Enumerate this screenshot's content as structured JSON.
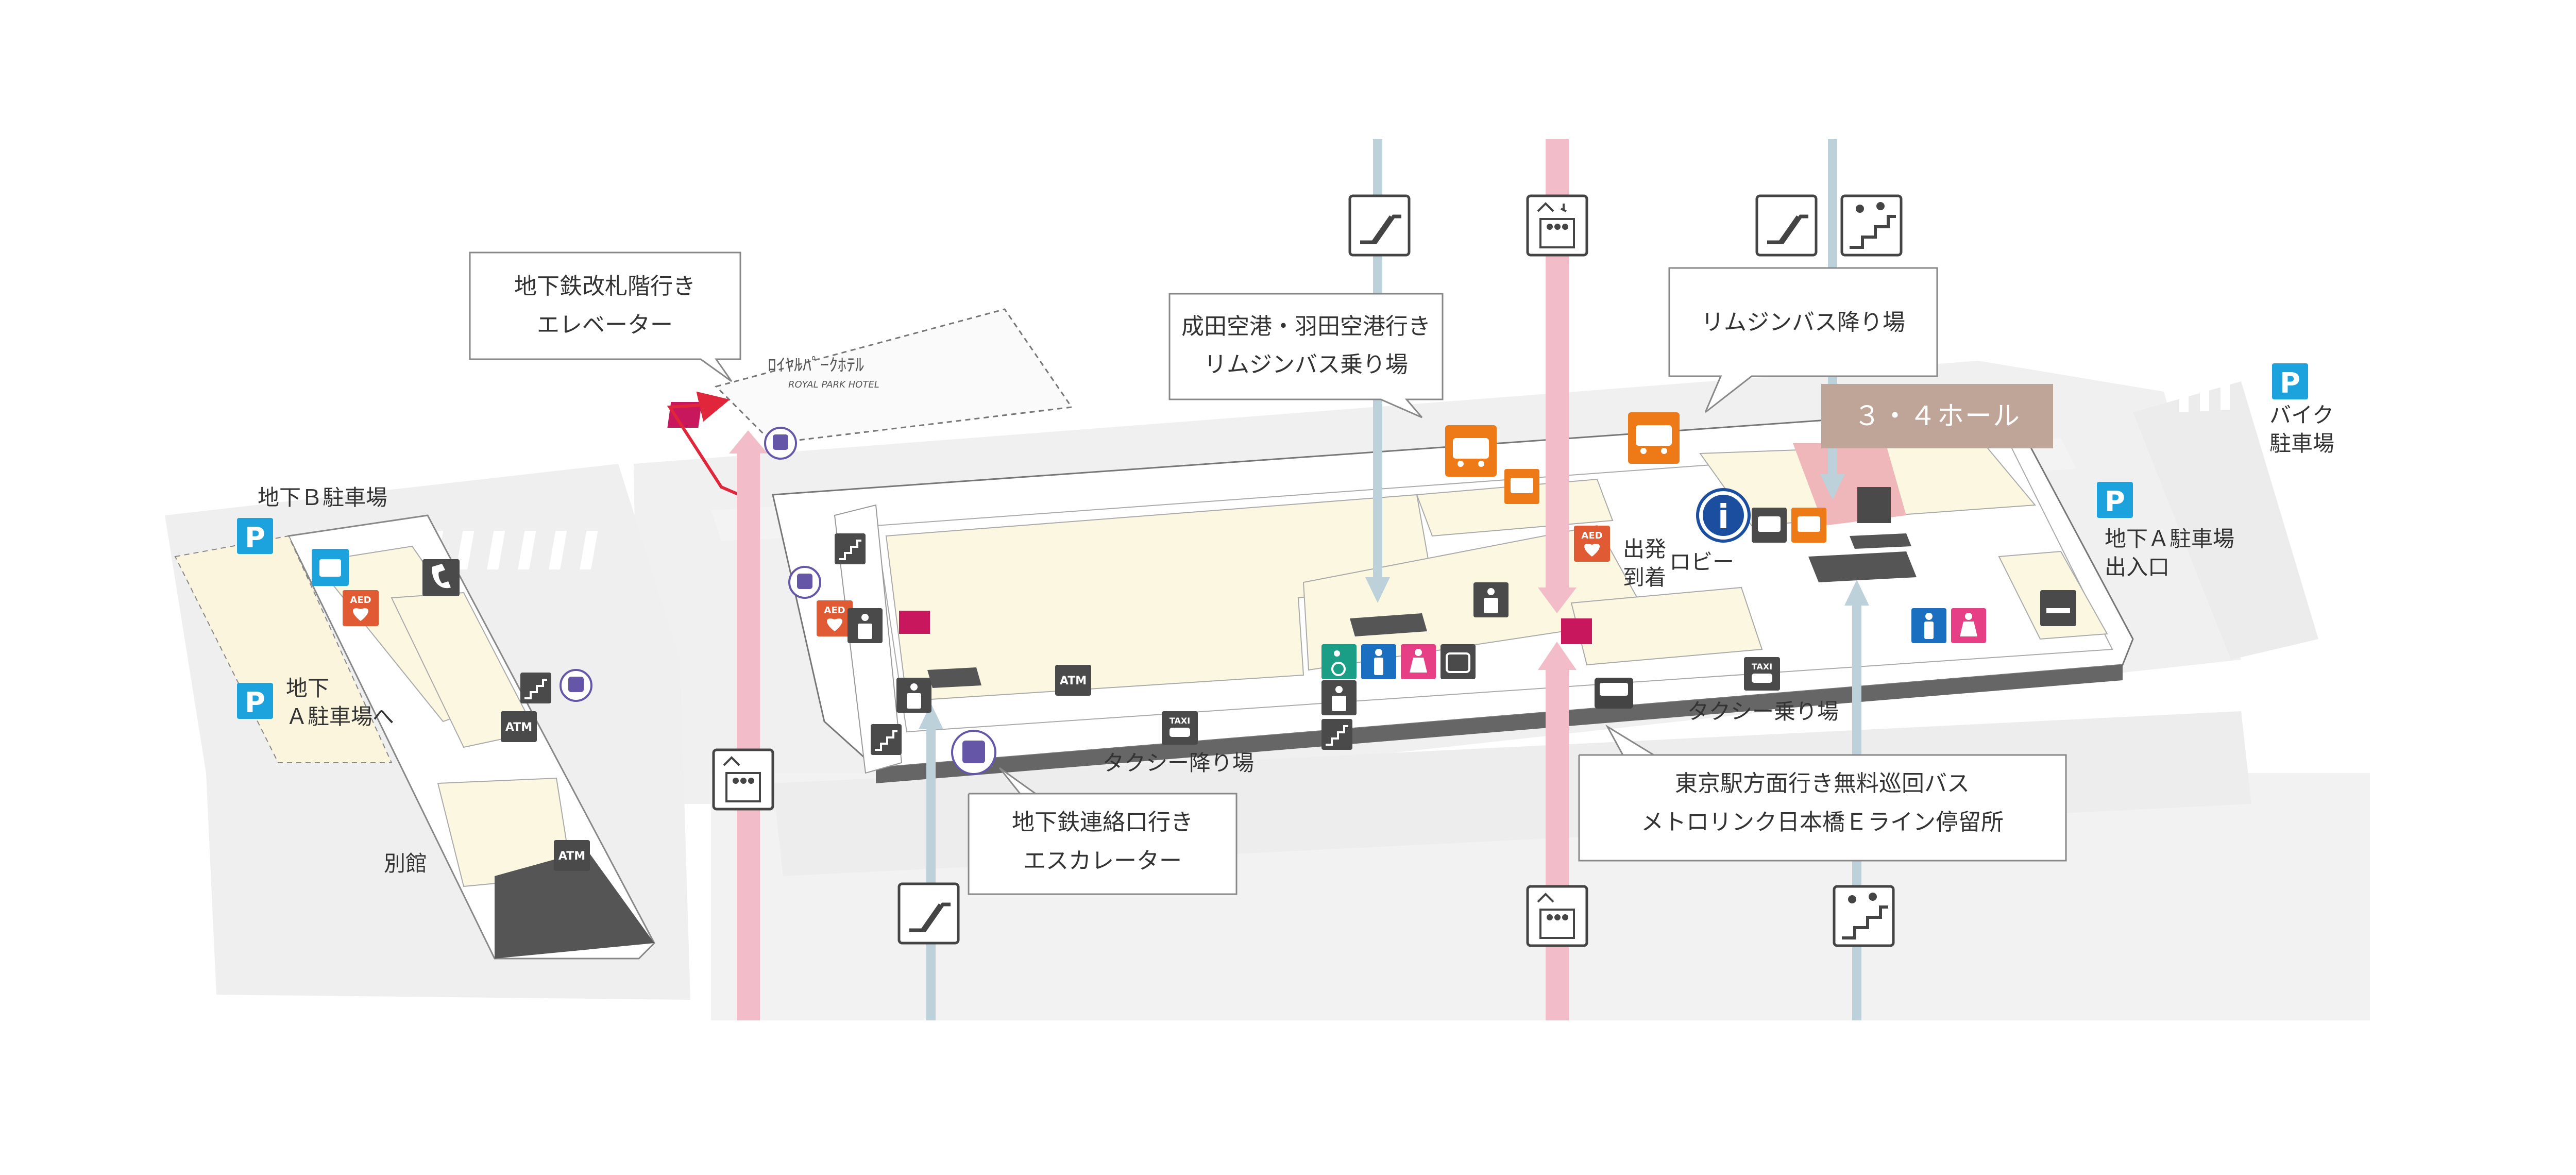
{
  "labels": {
    "elevator_callout": [
      "地下鉄改札階行き",
      "エレベーター"
    ],
    "limousine_board_callout": [
      "成田空港・羽田空港行き",
      "リムジンバス乗り場"
    ],
    "limousine_alight_callout": "リムジンバス降り場",
    "subway_escalator_callout": [
      "地下鉄連絡口行き",
      "エスカレーター"
    ],
    "shuttle_bus_callout": [
      "東京駅方面行き無料巡回バス",
      "メトロリンク日本橋Ｅライン停留所"
    ],
    "hall": "３・４ホール",
    "parking_b": "地下Ｂ駐車場",
    "to_parking_a": [
      "地下",
      "Ａ駐車場へ"
    ],
    "annex": "別館",
    "bike_parking": [
      "バイク",
      "駐車場"
    ],
    "parking_a_entrance": [
      "地下Ａ駐車場",
      "出入口"
    ],
    "departure_arrival": [
      "出発",
      "到着"
    ],
    "lobby": "ロビー",
    "taxi_alight": "タクシー降り場",
    "taxi_board": "タクシー乗り場",
    "hotel_logo": [
      "ﾛｲﾔﾙﾊﾟｰｸﾎﾃﾙ",
      "ROYAL PARK HOTEL"
    ]
  },
  "icon_text": {
    "atm": "ATM",
    "aed": "AED",
    "taxi": "TAXI",
    "parking": "P",
    "info": "i"
  },
  "colors": {
    "route_pink": "#F2BCC8",
    "route_blue": "#BCD1DA",
    "bus_orange": "#EE7A17",
    "aed_red": "#E05A33",
    "parking_blue": "#1CA3DD",
    "info_blue": "#1C4EA0",
    "icon_dark": "#4A4A4A",
    "toilet_men": "#1B6FC1",
    "toilet_women": "#E63F85",
    "accessible_teal": "#1A9E86",
    "subway_purple": "#6656A8",
    "hall_badge": "#BFA598",
    "hall_highlight": "#F0B7BA",
    "elevator_magenta": "#C8175C",
    "building_fill": "#FBF7E1",
    "ground_gray": "#EBEBEB"
  },
  "icons": [
    "escalator-icon",
    "elevator-icon",
    "stairs-icon",
    "bus-icon",
    "aed-icon",
    "parking-icon",
    "telephone-icon",
    "atm-icon",
    "taxi-icon",
    "subway-icon",
    "info-icon",
    "toilet-men-icon",
    "toilet-women-icon",
    "wheelchair-icon",
    "smoking-icon",
    "nursing-room-icon",
    "cloakroom-icon"
  ]
}
